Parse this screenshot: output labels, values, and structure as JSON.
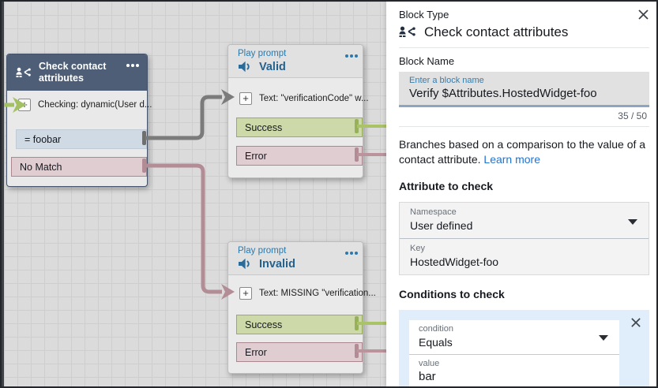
{
  "ui": {
    "plus": "+"
  },
  "colors": {
    "link_blue": "#2074d5",
    "slate_header": "#4d5e76",
    "play_prompt_blue": "#2b79ae",
    "success_fill": "#cdd9a9",
    "success_border": "#95ae58",
    "error_fill": "#e0cdd1",
    "error_border": "#ab8890",
    "condition_row_fill": "#cfdae4",
    "connector_gray": "#7b7b7b",
    "connector_green": "#a3c162",
    "connector_pink": "#b38d96",
    "condition_card_blue": "#dfeefa"
  },
  "canvas": {
    "check_block": {
      "title": "Check contact attributes",
      "checking_row": "Checking: dynamic(User d...",
      "condition_row": "= foobar",
      "no_match_row": "No Match"
    },
    "valid_block": {
      "type_label": "Play prompt",
      "title": "Valid",
      "text_row": "Text: \"verificationCode\" w...",
      "success_row": "Success",
      "error_row": "Error"
    },
    "invalid_block": {
      "type_label": "Play prompt",
      "title": "Invalid",
      "text_row": "Text: MISSING \"verification...",
      "success_row": "Success",
      "error_row": "Error"
    }
  },
  "panel": {
    "type_label": "Block Type",
    "title": "Check contact attributes",
    "block_name": {
      "label": "Block Name",
      "placeholder": "Enter a block name",
      "value": "Verify $Attributes.HostedWidget-foo",
      "counter": "35 / 50"
    },
    "description": "Branches based on a comparison to the value of a contact attribute.",
    "learn_more_label": "Learn more",
    "attribute_section": {
      "title": "Attribute to check",
      "namespace_label": "Namespace",
      "namespace_value": "User defined",
      "key_label": "Key",
      "key_value": "HostedWidget-foo"
    },
    "conditions_section": {
      "title": "Conditions to check",
      "condition_label": "condition",
      "condition_value": "Equals",
      "value_label": "value",
      "value_value": "bar"
    }
  }
}
